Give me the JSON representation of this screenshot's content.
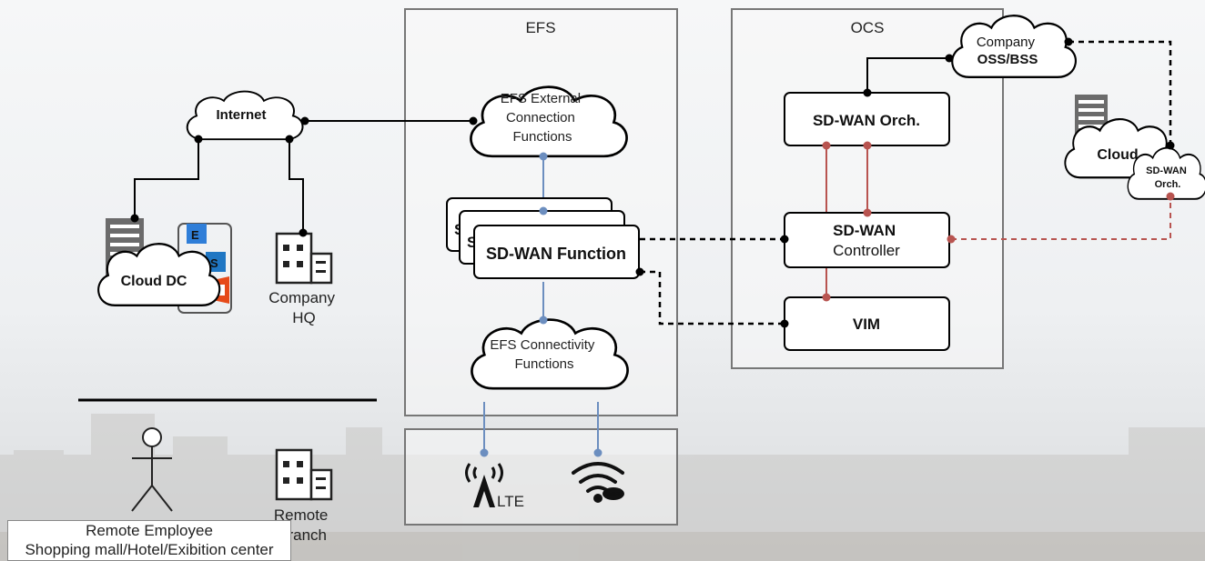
{
  "colors": {
    "control_link": "#b85450",
    "data_link": "#6c8ebf",
    "frame_border": "#777777"
  },
  "efs": {
    "title": "EFS",
    "external_cloud": [
      "EFS External",
      "Connection",
      "Functions"
    ],
    "sdwan_function": "SD-WAN Function",
    "stack_peek_1": "S",
    "stack_peek_2": "S",
    "connectivity_cloud": [
      "EFS Connectivity",
      "Functions"
    ]
  },
  "ocs": {
    "title": "OCS",
    "oss_cloud": [
      "Company",
      "OSS/BSS"
    ],
    "orchestrator": "SD-WAN Orch.",
    "controller": [
      "SD-WAN",
      "Controller"
    ],
    "vim": "VIM"
  },
  "internet": {
    "label": "Internet"
  },
  "cloud_dc": {
    "label": "Cloud DC",
    "app_icons": [
      "exchange-icon",
      "sharepoint-icon",
      "office-icon"
    ],
    "app_letters": [
      "E",
      "S",
      ""
    ]
  },
  "company_hq": {
    "label": [
      "Company",
      "HQ"
    ]
  },
  "remote_branch": {
    "label": [
      "Remote",
      "branch"
    ]
  },
  "remote_employee": {
    "label": "Remote Employee",
    "sublabel": "Shopping mall/Hotel/Exibition center"
  },
  "access": {
    "lte_label": "LTE",
    "wifi_label": "WiFi"
  },
  "external_cloud": {
    "label": "Cloud",
    "orch_label": [
      "SD-WAN",
      "Orch."
    ]
  }
}
